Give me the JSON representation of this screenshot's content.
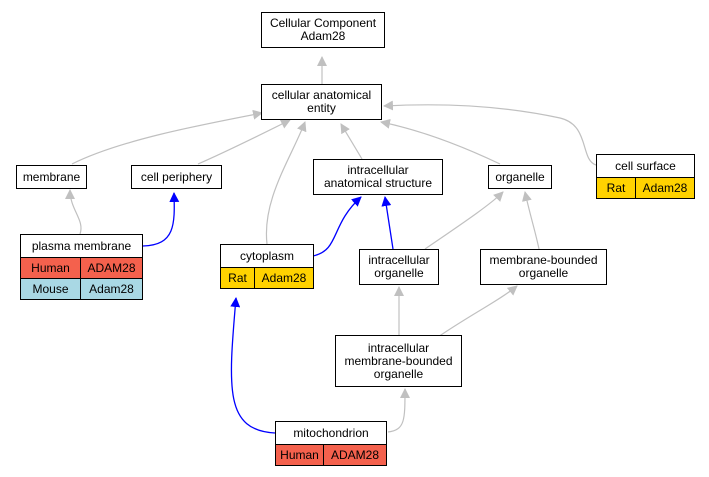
{
  "nodes": {
    "root": "Cellular Component\nAdam28",
    "cae": "cellular anatomical\nentity",
    "membrane": "membrane",
    "periphery": "cell periphery",
    "ias": "intracellular\nanatomical structure",
    "organelle": "organelle",
    "io": "intracellular\norganelle",
    "mbo": "membrane-bounded\norganelle",
    "imbo": "intracellular\nmembrane-bounded\norganelle"
  },
  "tables": {
    "plasma_membrane": {
      "title": "plasma membrane",
      "rows": [
        {
          "species": "Human",
          "gene": "ADAM28",
          "color": "#f4614d"
        },
        {
          "species": "Mouse",
          "gene": "Adam28",
          "color": "#a9d8e4"
        }
      ]
    },
    "cell_surface": {
      "title": "cell surface",
      "rows": [
        {
          "species": "Rat",
          "gene": "Adam28",
          "color": "#ffd200"
        }
      ]
    },
    "cytoplasm": {
      "title": "cytoplasm",
      "rows": [
        {
          "species": "Rat",
          "gene": "Adam28",
          "color": "#ffd200"
        }
      ]
    },
    "mitochondrion": {
      "title": "mitochondrion",
      "rows": [
        {
          "species": "Human",
          "gene": "ADAM28",
          "color": "#f4614d"
        }
      ]
    }
  },
  "colors": {
    "gray_edge": "#c0c0c0",
    "blue_edge": "#0000ff"
  }
}
